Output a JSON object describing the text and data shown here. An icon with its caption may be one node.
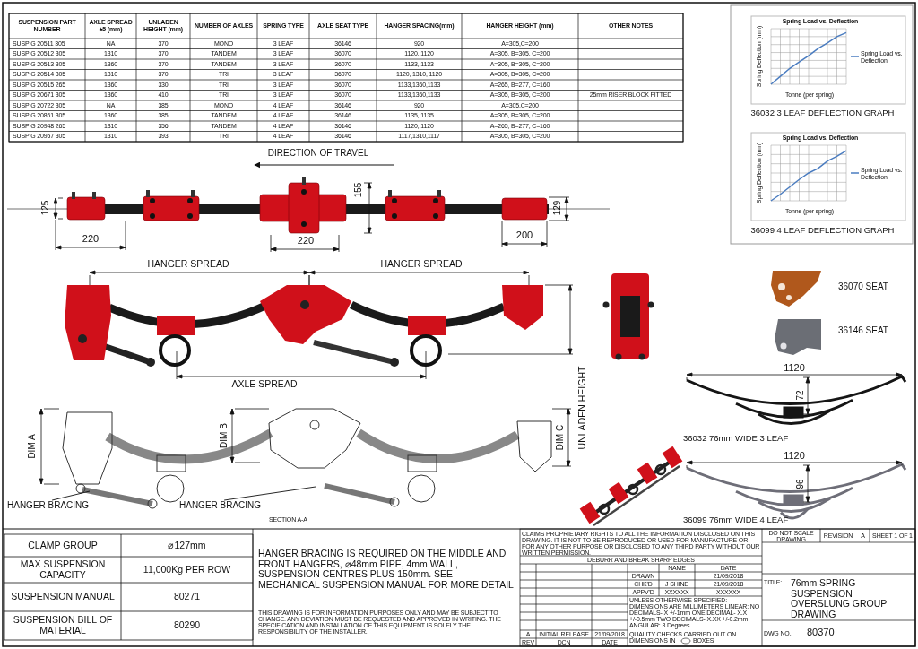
{
  "diagram": {
    "nodes": [
      {
        "text": [
          "HANGER BRACING"
        ]
      },
      {
        "text": [
          "HANGER BRACING"
        ]
      }
    ],
    "edges": [
      {
        "from": 0,
        "to": null,
        "arrow": "none"
      },
      {
        "from": 1,
        "to": null,
        "arrow": "none"
      }
    ],
    "labels": [
      "SUSPENSION PART NUMBER",
      "AXLE SPREAD ±5 (mm)",
      "UNLADEN HEIGHT (mm)",
      "NUMBER OF AXLES",
      "SPRING TYPE",
      "AXLE SEAT TYPE",
      "HANGER SPACING(mm)",
      "HANGER HEIGHT (mm)",
      "OTHER NOTES",
      "SUSP G 20511 305",
      "NA",
      "370",
      "MONO",
      "3 LEAF",
      "36146",
      "920",
      "A=305,C=200",
      "SUSP G 20512 305",
      "1310",
      "370",
      "TANDEM",
      "3 LEAF",
      "36070",
      "1120, 1120",
      "A=305, B=305, C=200",
      "SUSP G 20513 305",
      "1360",
      "370",
      "TANDEM",
      "3 LEAF",
      "36070",
      "1133, 1133",
      "A=305, B=305, C=200",
      "SUSP G 20514 305",
      "1310",
      "370",
      "TRI",
      "3 LEAF",
      "36070",
      "1120, 1310, 1120",
      "A=305, B=305, C=200",
      "SUSP G 20515 265",
      "1360",
      "330",
      "TRI",
      "3 LEAF",
      "36070",
      "1133,1360,1133",
      "A=265, B=277, C=160",
      "SUSP G 20671 305",
      "1360",
      "410",
      "TRI",
      "3 LEAF",
      "36070",
      "1133,1360,1133",
      "A=305, B=305, C=200",
      "25mm RISER BLOCK FITTED",
      "SUSP G 20722 305",
      "NA",
      "385",
      "MONO",
      "4 LEAF",
      "36146",
      "920",
      "A=305,C=200",
      "SUSP G 20861 305",
      "1360",
      "385",
      "TANDEM",
      "4 LEAF",
      "36146",
      "1135, 1135",
      "A=305, B=305, C=200",
      "SUSP G 20948 265",
      "1310",
      "356",
      "TANDEM",
      "4 LEAF",
      "36146",
      "1120, 1120",
      "A=265, B=277, C=160",
      "SUSP G 20957 305",
      "1310",
      "393",
      "TRI",
      "4 LEAF",
      "36146",
      "1117,1310,1117",
      "A=305, B=305, C=200",
      "DIRECTION OF TRAVEL",
      "125",
      "155",
      "129",
      "220",
      "220",
      "200",
      "Spring Load vs. Deflection",
      "Spring Deflection (mm)",
      "Tonne (per spring)",
      "Spring Load vs. Deflection",
      "36032 3 LEAF DEFLECTION GRAPH",
      "Spring Load vs. Deflection",
      "Spring Deflection (mm)",
      "Tonne (per spring)",
      "Spring Load vs. Deflection",
      "36099 4 LEAF DEFLECTION GRAPH",
      "HANGER SPREAD",
      "HANGER SPREAD",
      "AXLE SPREAD",
      "UNLADEN HEIGHT",
      "36070 SEAT",
      "36146 SEAT",
      "1120",
      "72",
      "36032 76mm WIDE 3 LEAF",
      "1120",
      "96",
      "36099 76mm WIDE 4 LEAF",
      "DIM A",
      "DIM B",
      "DIM C",
      "SECTION A-A",
      "CLAMP GROUP",
      "⌀127mm",
      "MAX SUSPENSION CAPACITY",
      "11,000Kg PER ROW",
      "SUSPENSION MANUAL",
      "80271",
      "SUSPENSION BILL OF MATERIAL",
      "80290",
      "HANGER BRACING IS REQUIRED ON THE MIDDLE AND FRONT HANGERS, ⌀48mm PIPE, 4mm WALL, SUSPENSION CENTRES PLUS 150mm. SEE MECHANICAL SUSPENSION MANUAL FOR MORE DETAIL",
      "THIS DRAWING IS FOR INFORMATION PURPOSES ONLY AND MAY BE SUBJECT TO CHANGE. ANY DEVIATION MUST BE REQUESTED AND APPROVED IN WRITING. THE SPECIFICATION AND INSTALLATION OF THIS EQUIPMENT IS SOLELY THE RESPONSIBILITY OF THE INSTALLER.",
      "CLAIMS PROPRIETARY RIGHTS TO ALL THE INFORMATION DISCLOSED ON THIS DRAWING. IT IS NOT TO BE REPRODUCED OR USED FOR MANUFACTURE OR FOR ANY OTHER PURPOSE OR DISCLOSED TO ANY THIRD PARTY WITHOUT OUR WRITTEN PERMISSION.",
      "DEBURR AND BREAK SHARP EDGES",
      "NAME",
      "DATE",
      "DRAWN",
      "21/09/2018",
      "CHK'D",
      "J SHINE",
      "21/09/2018",
      "APPV'D",
      "XXXXXX",
      "XXXXXX",
      "UNLESS OTHERWISE SPECIFIED: DIMENSIONS ARE MILLIMETERS LINEAR: NO DECIMALS- X +/-1mm ONE DECIMAL- X.X +/-0.5mm TWO DECIMALS- X.XX +/-0.2mm ANGULAR: 3 Degrees",
      "QUALITY CHECKS CARRIED OUT ON DIMENSIONS IN",
      "BOXES",
      "A",
      "INITIAL RELEASE",
      "21/09/2018",
      "REV",
      "DCN",
      "DATE",
      "DO NOT SCALE DRAWING",
      "REVISION",
      "A",
      "SHEET 1 OF 1",
      "TITLE:",
      "76mm SPRING SUSPENSION OVERSLUNG GROUP DRAWING",
      "DWG NO.",
      "80370"
    ]
  }
}
